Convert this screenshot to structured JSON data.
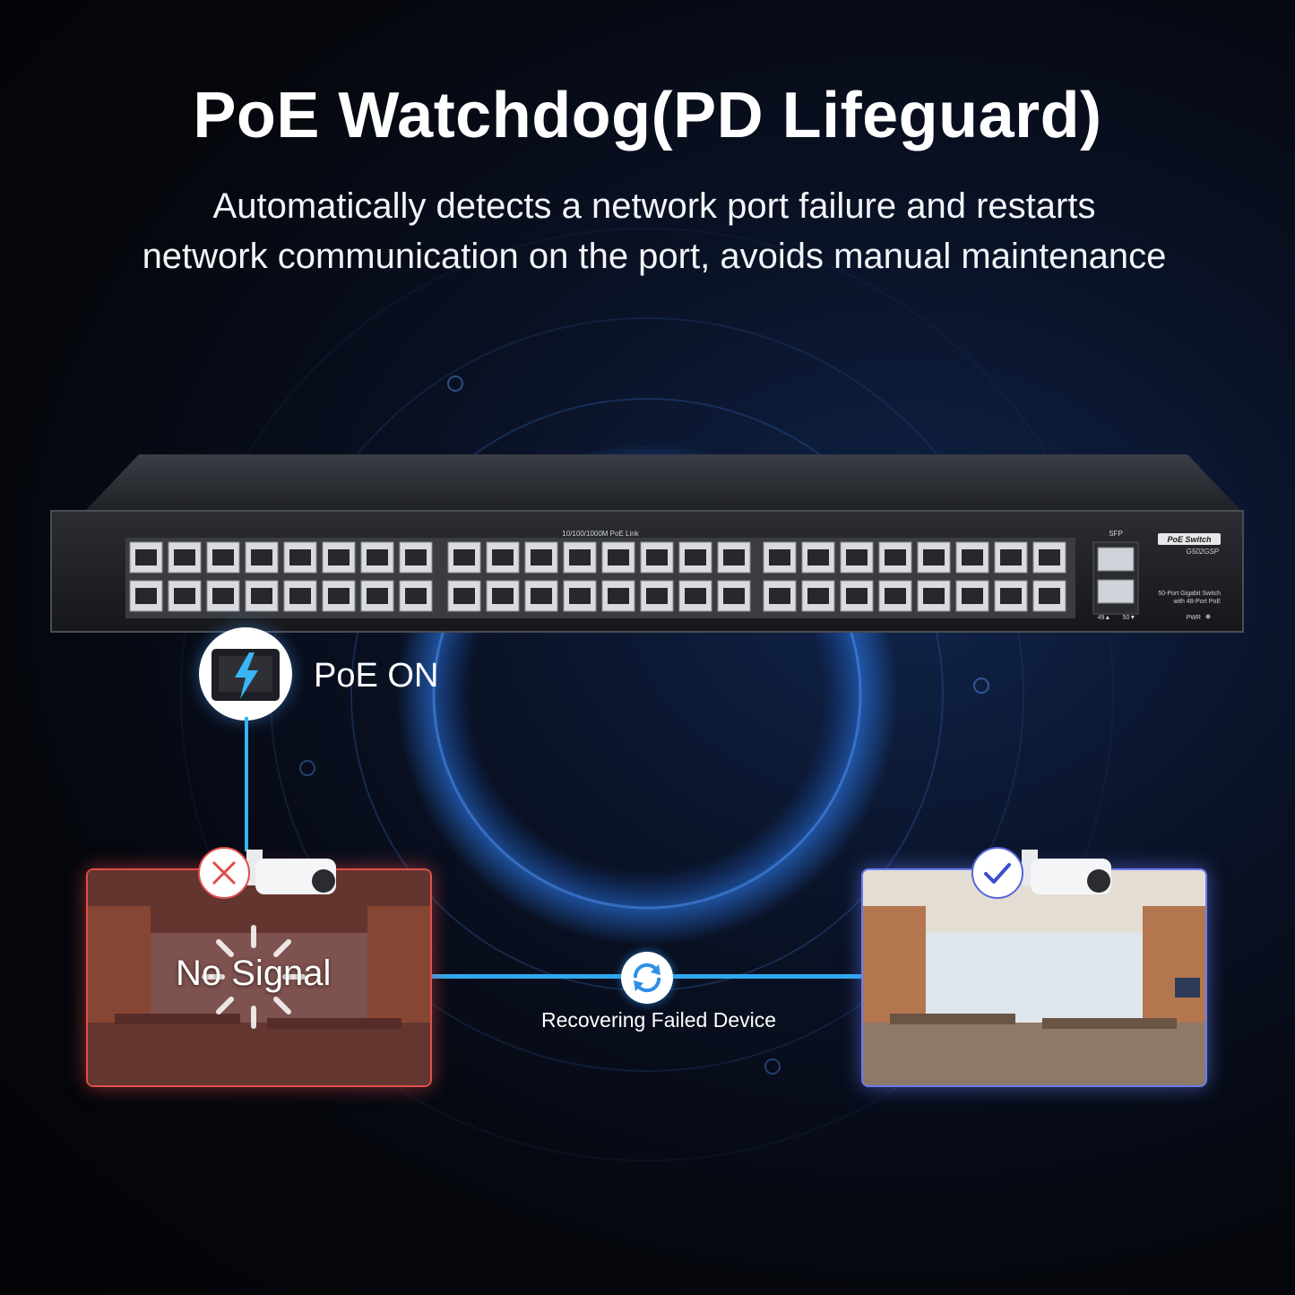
{
  "header": {
    "title": "PoE Watchdog(PD Lifeguard)",
    "subtitle_line1": "Automatically detects a network port failure and restarts",
    "subtitle_line2": "network communication on the port, avoids manual maintenance"
  },
  "switch": {
    "top_label": "10/100/1000M PoE Link",
    "sfp_label": "SFP",
    "brand_label": "PoE Switch",
    "model": "G502GSP",
    "description_line1": "50-Port Gigabit Switch",
    "description_line2": "with 48-Port PoE",
    "pwr_label": "PWR",
    "sfp_port_labels": [
      "49▲",
      "50▼"
    ]
  },
  "poe_status": {
    "label": "PoE ON",
    "icon": "lightning-port-icon"
  },
  "failed_camera": {
    "status_icon": "x-mark-icon",
    "message": "No Signal"
  },
  "recovered_camera": {
    "status_icon": "checkmark-icon"
  },
  "recovery": {
    "label": "Recovering Failed Device",
    "icon": "refresh-icon"
  },
  "colors": {
    "accent_blue": "#2fa8ee",
    "failure_red": "#e0504a",
    "success_indigo": "#6a7cf0"
  }
}
